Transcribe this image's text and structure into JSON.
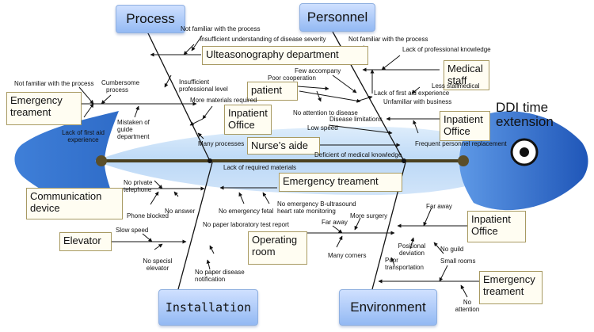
{
  "diagram": {
    "head": "DDI time extension",
    "categories": {
      "process": "Process",
      "personnel": "Personnel",
      "installation": "Installation",
      "environment": "Environment"
    },
    "boxes": {
      "ulteasonography": "Ulteasonography department",
      "emergency_top_left": "Emergency treament",
      "patient": "patient",
      "inpatient_left": "Inpatient Office",
      "medical_staff": "Medical staff",
      "inpatient_right": "Inpatient Office",
      "nurses_aide": "Nurse’s aide",
      "emergency_mid": "Emergency treament",
      "communication": "Communication device",
      "elevator": "Elevator",
      "operating_room": "Operating room",
      "inpatient_bottom": "Inpatient Office",
      "emergency_bottom": "Emergency treament"
    },
    "labels": {
      "nf_process_top": "Not familiar with the process",
      "insufficient_understanding": "Insufficient understanding of disease severity",
      "nf_process_left": "Not familiar with the process",
      "cumbersome": "Cumbersome process",
      "insufficient_prof": "Insufficient professional level",
      "more_materials": "More materials required",
      "lack_first_aid_left": "Lack of first aid experience",
      "mistaken_guide": "Mistaken of guide department",
      "many_processes": "Many processes",
      "nf_process_personnel": "Not familiar with the process",
      "lack_prof_knowledge": "Lack of professional knowledge",
      "few_accompany": "Few accompany",
      "poor_cooperation": "Poor cooperation",
      "less_staff": "Less staff",
      "medical_fragment": "medical",
      "lack_first_aid_right": "Lack of first aid experience",
      "unfamiliar_business": "Unfamiliar with business",
      "no_attention_disease": "No attention to disease",
      "disease_limitations": "Disease limitations",
      "low_speed": "Low speed",
      "deficient_knowledge": "Deficient of medical knowledge",
      "frequent_replacement": "Frequent personnel replacement",
      "lack_required_materials": "Lack of required materials",
      "no_private_telephone": "No private telephone",
      "phone_blocked": "Phone blocked",
      "no_answer": "No answer",
      "no_emergency_fetal": "No emergency fetal",
      "no_emergency_b": "No emergency B-ultrasound heart rate monitoring",
      "no_paper_report": "No paper laboratory test report",
      "slow_speed": "Slow speed",
      "no_special_elevator": "No specisl elevator",
      "no_paper_notification": "No paper disease notification",
      "far_away_left": "Far away",
      "more_surgery": "More surgery",
      "many_corners": "Many corners",
      "far_away_right": "Far away",
      "no_guild": "No guild",
      "positional_deviation": "Positional deviation",
      "poor_transportation": "Poor transportation",
      "small_rooms": "Small rooms",
      "no_attention": "No attention"
    }
  }
}
